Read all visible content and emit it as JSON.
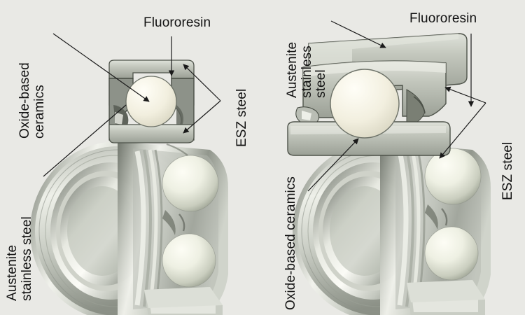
{
  "figure": {
    "background_color": "#e9e9e5",
    "description": "Two cutaway renderings of a sealed deep-groove ball bearing with magnified cross-section callouts identifying construction materials.",
    "panels": [
      {
        "id": "left",
        "name": "bearing-panel-left",
        "labels": [
          {
            "id": "oxide-ceramics-left",
            "text": "Oxide-based\nceramics",
            "lines": [
              "Oxide-based",
              "ceramics"
            ],
            "orientation": "vertical-ccw"
          },
          {
            "id": "fluororesin-left",
            "text": "Fluororesin",
            "lines": [
              "Fluororesin"
            ],
            "orientation": "horizontal"
          },
          {
            "id": "esz-steel-left",
            "text": "ESZ steel",
            "lines": [
              "ESZ steel"
            ],
            "orientation": "vertical-ccw"
          },
          {
            "id": "austenite-left",
            "text": "Austenite\nstainless steel",
            "lines": [
              "Austenite",
              "stainless steel"
            ],
            "orientation": "vertical-ccw"
          }
        ]
      },
      {
        "id": "right",
        "name": "bearing-panel-right",
        "labels": [
          {
            "id": "austenite-right",
            "text": "Austenite\nstainless\nsteel",
            "lines": [
              "Austenite",
              "stainless",
              "steel"
            ],
            "orientation": "vertical-ccw"
          },
          {
            "id": "fluororesin-right",
            "text": "Fluororesin",
            "lines": [
              "Fluororesin"
            ],
            "orientation": "horizontal"
          },
          {
            "id": "esz-steel-right",
            "text": "ESZ steel",
            "lines": [
              "ESZ steel"
            ],
            "orientation": "vertical-ccw"
          },
          {
            "id": "oxide-ceramics-right",
            "text": "Oxide-based ceramics",
            "lines": [
              "Oxide-based ceramics"
            ],
            "orientation": "vertical-ccw"
          }
        ]
      }
    ],
    "materials": {
      "oxide_based_ceramics": "Oxide-based ceramics",
      "fluororesin": "Fluororesin",
      "esz_steel": "ESZ steel",
      "austenite_stainless_steel": "Austenite stainless steel"
    },
    "colors": {
      "label_text": "#111111",
      "leader_line": "#1a1a1a",
      "ceramic_ball": "#f2efe0",
      "steel_light": "#d9dbd4",
      "steel_mid": "#a8aca3",
      "steel_dark": "#6f7369",
      "background": "#e9e9e5"
    }
  }
}
